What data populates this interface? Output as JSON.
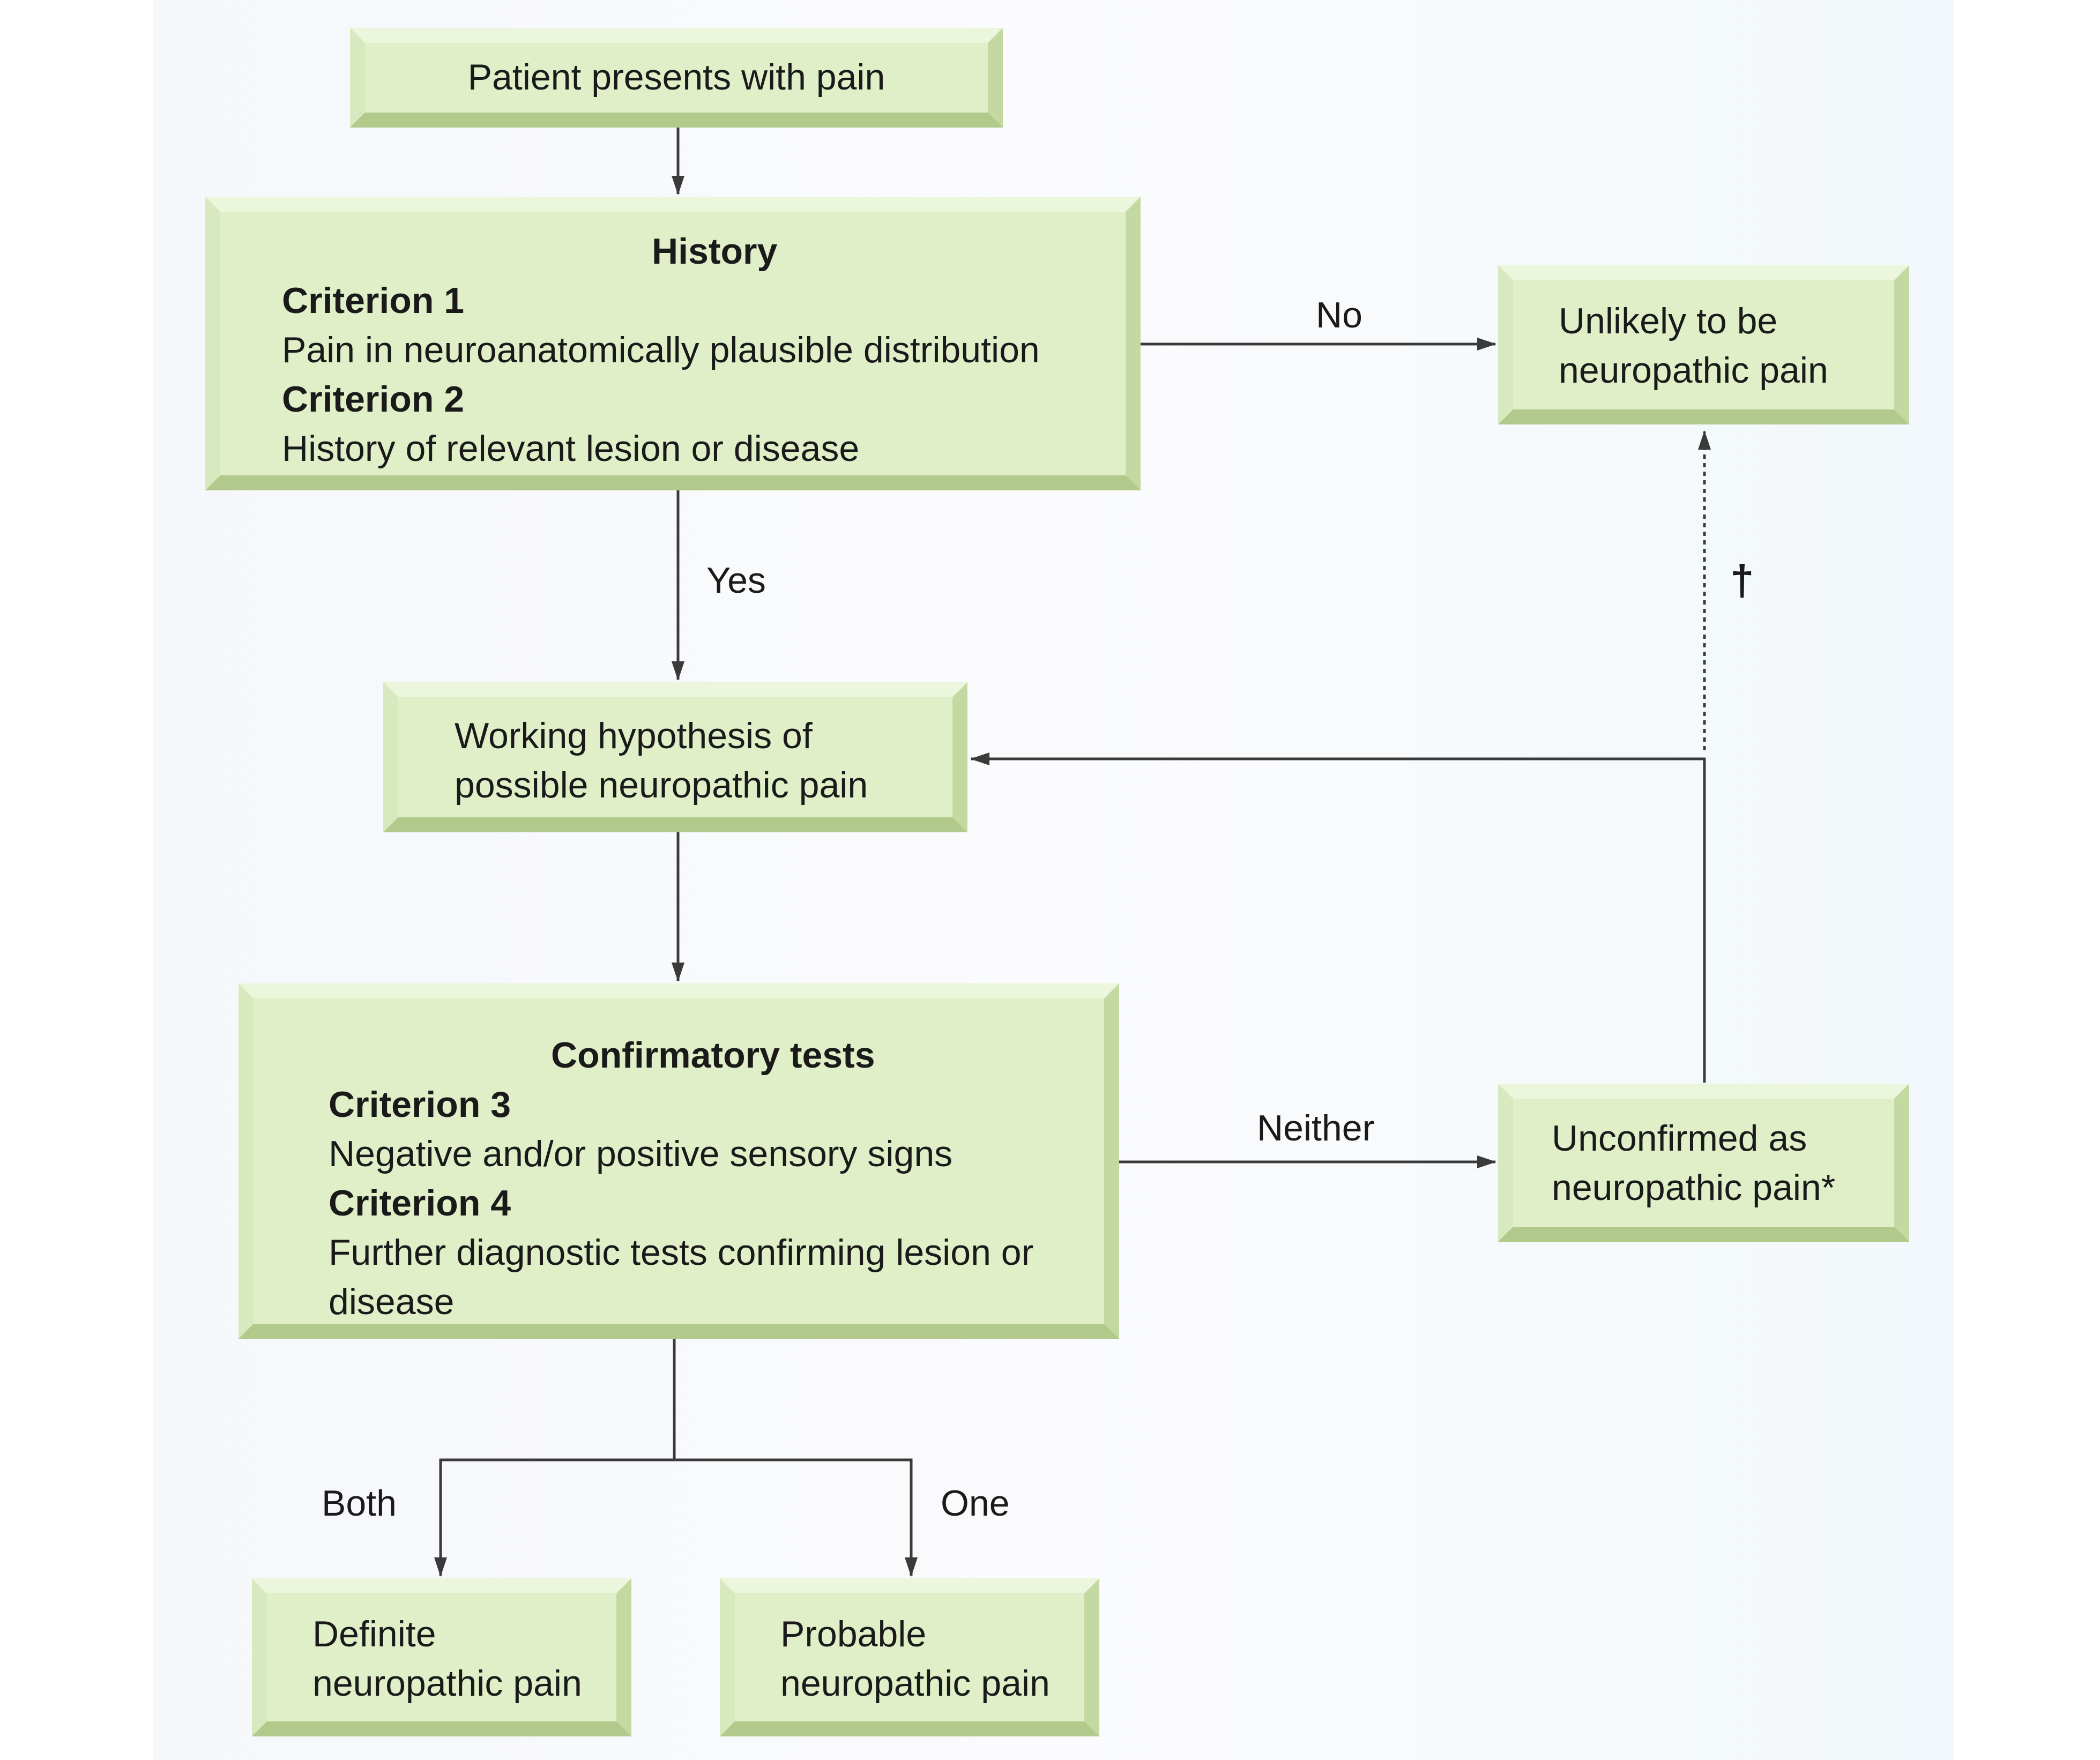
{
  "nodes": {
    "start": "Patient presents with pain",
    "history": {
      "title": "History",
      "c1_label": "Criterion 1",
      "c1_text": "Pain in neuroanatomically plausible distribution",
      "c2_label": "Criterion 2",
      "c2_text": "History of relevant lesion or disease"
    },
    "unlikely": [
      "Unlikely to be",
      "neuropathic pain"
    ],
    "hypothesis": [
      "Working hypothesis of",
      "possible neuropathic pain"
    ],
    "confirm": {
      "title": "Confirmatory tests",
      "c3_label": "Criterion 3",
      "c3_text": "Negative and/or positive sensory signs",
      "c4_label": "Criterion 4",
      "c4_text_1": "Further diagnostic tests confirming lesion or",
      "c4_text_2": "disease"
    },
    "unconfirmed": [
      "Unconfirmed as",
      "neuropathic pain*"
    ],
    "definite": [
      "Definite",
      "neuropathic pain"
    ],
    "probable": [
      "Probable",
      "neuropathic pain"
    ]
  },
  "edge_labels": {
    "no": "No",
    "yes": "Yes",
    "neither": "Neither",
    "both": "Both",
    "one": "One",
    "dagger": "†"
  },
  "colors": {
    "box_fill": "#e0efc7",
    "line": "#3a3a3a"
  }
}
